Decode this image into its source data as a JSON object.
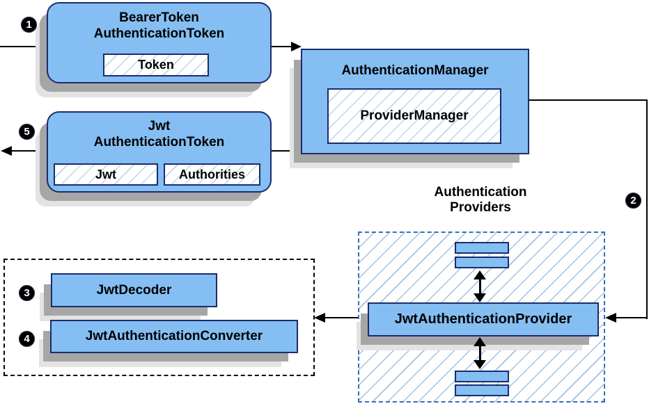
{
  "badges": {
    "step1": "1",
    "step2": "2",
    "step3": "3",
    "step4": "4",
    "step5": "5"
  },
  "nodes": {
    "bearer": {
      "line1": "BearerToken",
      "line2": "AuthenticationToken",
      "chip": "Token"
    },
    "manager": {
      "title": "AuthenticationManager",
      "chip": "ProviderManager"
    },
    "jwt_token": {
      "line1": "Jwt",
      "line2": "AuthenticationToken",
      "chip1": "Jwt",
      "chip2": "Authorities"
    },
    "provider": {
      "title": "JwtAuthenticationProvider"
    },
    "decoder": {
      "title": "JwtDecoder"
    },
    "converter": {
      "title": "JwtAuthenticationConverter"
    }
  },
  "labels": {
    "providers_line1": "Authentication",
    "providers_line2": "Providers"
  },
  "colors": {
    "node_fill": "#85BEF2",
    "node_border": "#1A2C6B",
    "hatch_line": "#9DC3E6",
    "chip_hatch_line": "#BCD6F0",
    "dashed_blue_border": "#3A6BBF",
    "dashed_black_border": "#000000",
    "shadow_dark": "#A6A6A6",
    "shadow_light": "#E3E3E3",
    "arrow": "#000000",
    "badge_bg": "#000000",
    "badge_text": "#FFFFFF"
  }
}
